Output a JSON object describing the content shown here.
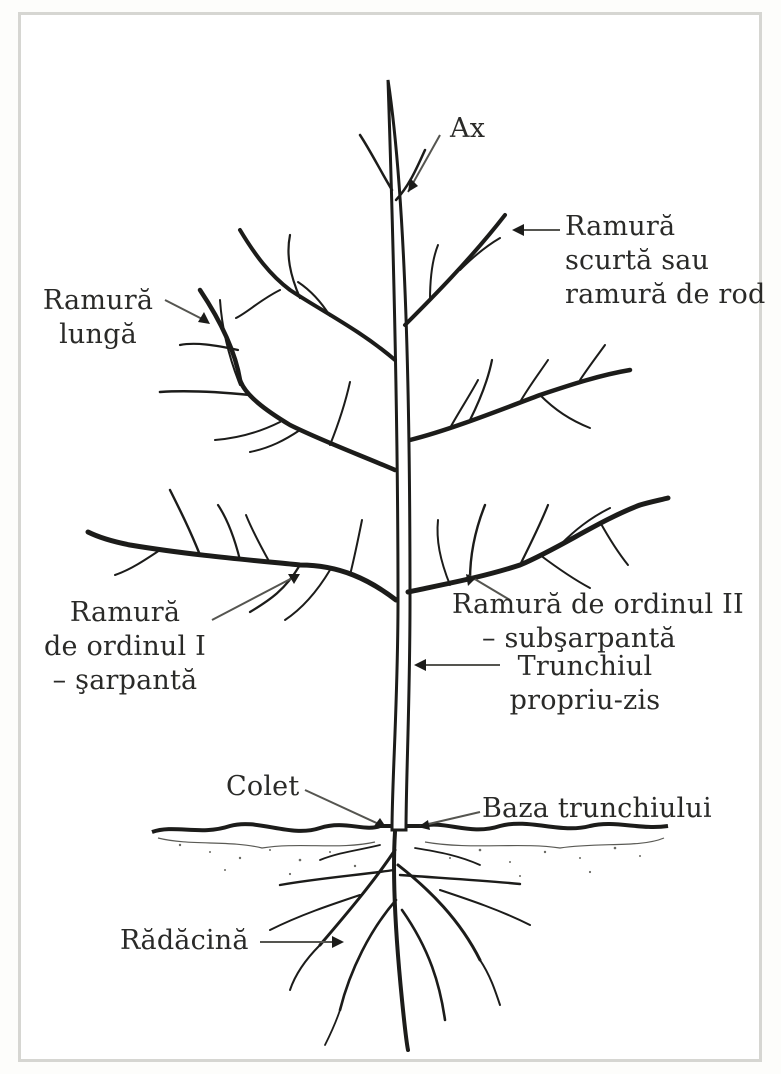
{
  "labels": {
    "ax": "Ax",
    "ramura_scurta": [
      "Ramură",
      "scurtă sau",
      "ramură de rod"
    ],
    "ramura_lunga": [
      "Ramură",
      "lungă"
    ],
    "ordin_1": [
      "Ramură",
      "de ordinul I",
      "– şarpantă"
    ],
    "ordin_2": [
      "Ramură de ordinul II",
      "– subşarpantă"
    ],
    "trunchi": [
      "Trunchiul",
      "propriu-zis"
    ],
    "colet": "Colet",
    "baza": "Baza trunchiului",
    "radacina": "Rădăcină"
  },
  "colors": {
    "ink": "#1c1c1a",
    "frame": "#d6d6d2",
    "soil": "#5a5a55"
  }
}
